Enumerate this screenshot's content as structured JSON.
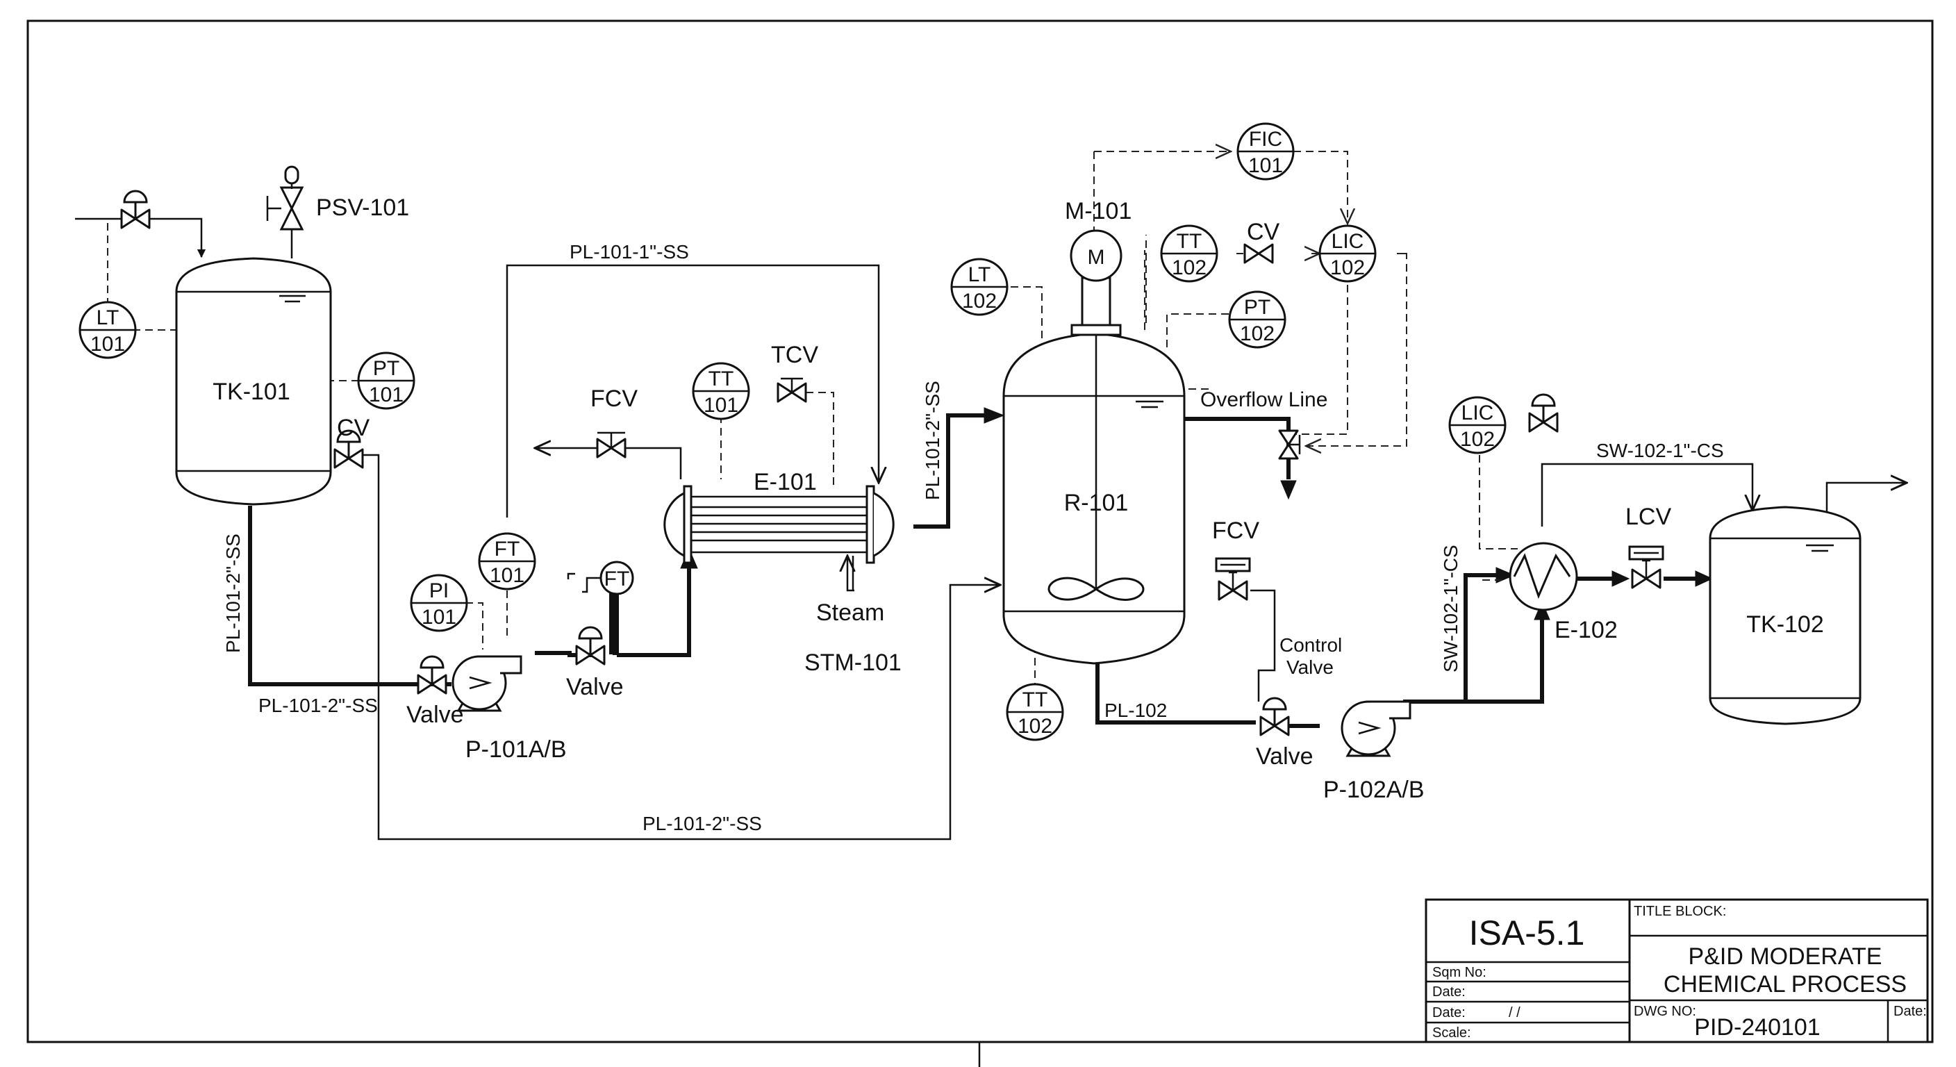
{
  "equipment": {
    "tk101": "TK-101",
    "tk102": "TK-102",
    "r101": "R-101",
    "e101": "E-101",
    "e102": "E-102",
    "p101": "P-101A/B",
    "p102": "P-102A/B",
    "m101": "M-101",
    "motor": "M",
    "psv101": "PSV-101"
  },
  "instruments": {
    "lt101": {
      "top": "LT",
      "bottom": "101"
    },
    "pt101": {
      "top": "PT",
      "bottom": "101"
    },
    "pi101": {
      "top": "PI",
      "bottom": "101"
    },
    "ft101": {
      "top": "FT",
      "bottom": "101"
    },
    "tt101": {
      "top": "TT",
      "bottom": "101"
    },
    "lt102": {
      "top": "LT",
      "bottom": "102"
    },
    "tt102a": {
      "top": "TT",
      "bottom": "102"
    },
    "pt102": {
      "top": "PT",
      "bottom": "102"
    },
    "fic101": {
      "top": "FIC",
      "bottom": "101"
    },
    "lic102a": {
      "top": "LIC",
      "bottom": "102"
    },
    "tt102b": {
      "top": "TT",
      "bottom": "102"
    },
    "lic102b": {
      "top": "LIC",
      "bottom": "102"
    },
    "ft_inline": "FT"
  },
  "labels": {
    "cv1": "CV",
    "cv2": "CV",
    "fcv1": "FCV",
    "fcv2": "FCV",
    "tcv": "TCV",
    "lcv": "LCV",
    "valve1": "Valve",
    "valve2": "Valve",
    "valve3": "Valve",
    "steam": "Steam",
    "stm101": "STM-101",
    "overflow": "Overflow Line",
    "control_valve_1": "Control",
    "control_valve_2": "Valve"
  },
  "lines": {
    "pl101_1_ss": "PL-101-1\"-SS",
    "pl101_2_ss_v1": "PL-101-2\"-SS",
    "pl101_2_ss_h1": "PL-101-2\"-SS",
    "pl101_2_ss_v2": "PL-101-2\"-SS",
    "pl101_2_ss_bottom": "PL-101-2\"-SS",
    "pl102": "PL-102",
    "sw102_v": "SW-102-1\"-CS",
    "sw102_h": "SW-102-1\"-CS"
  },
  "title_block": {
    "standard": "ISA-5.1",
    "title_label": "TITLE BLOCK:",
    "title_line1": "P&ID MODERATE",
    "title_line2": "CHEMICAL PROCESS",
    "sqm_no": "Sqm No:",
    "date1": "Date:",
    "date2": "Date:",
    "date2_slashes": "/           /",
    "scale": "Scale:",
    "dwg_no_label": "DWG NO:",
    "dwg_no": "PID-240101",
    "date_right": "Date:"
  }
}
